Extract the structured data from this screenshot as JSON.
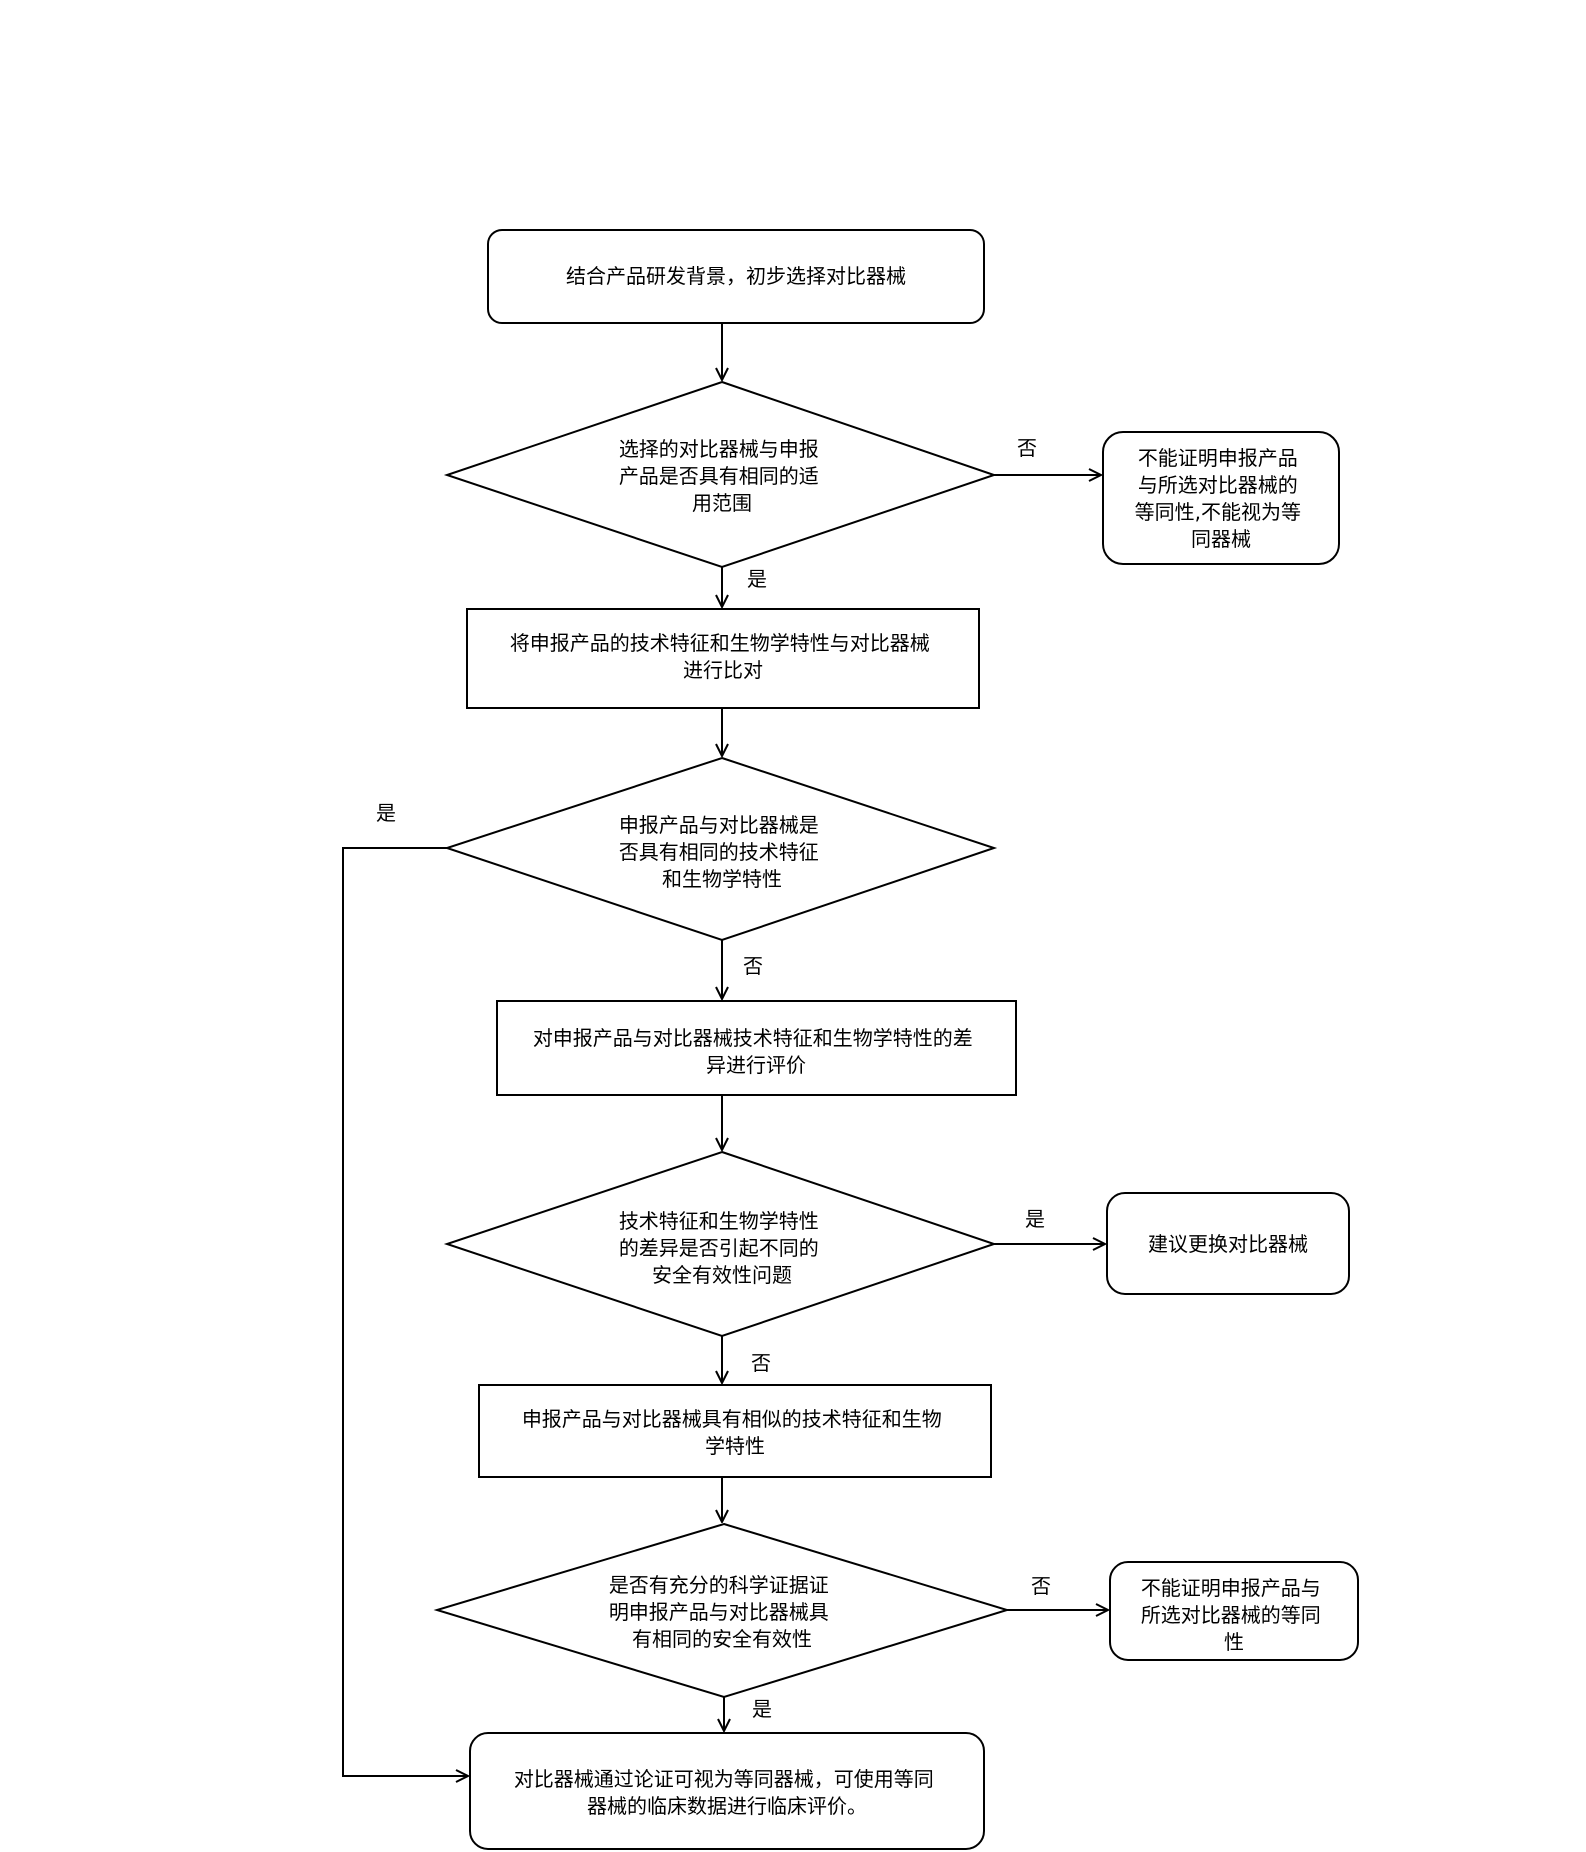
{
  "nodes": {
    "n1": {
      "lines": [
        "结合产品研发背景，初步选择对比器械"
      ]
    },
    "d1": {
      "lines": [
        "选择的对比器械与申报",
        "产品是否具有相同的适",
        "用范围"
      ]
    },
    "r1": {
      "lines": [
        "不能证明申报产品",
        "与所选对比器械的",
        "等同性,不能视为等",
        "同器械"
      ]
    },
    "n2": {
      "lines": [
        "将申报产品的技术特征和生物学特性与对比器械",
        "进行比对"
      ]
    },
    "d2": {
      "lines": [
        "申报产品与对比器械是",
        "否具有相同的技术特征",
        "和生物学特性"
      ]
    },
    "n3": {
      "lines": [
        "对申报产品与对比器械技术特征和生物学特性的差",
        "异进行评价"
      ]
    },
    "d3": {
      "lines": [
        "技术特征和生物学特性",
        "的差异是否引起不同的",
        "安全有效性问题"
      ]
    },
    "r2": {
      "lines": [
        "建议更换对比器械"
      ]
    },
    "n4": {
      "lines": [
        "申报产品与对比器械具有相似的技术特征和生物",
        "学特性"
      ]
    },
    "d4": {
      "lines": [
        "是否有充分的科学证据证",
        "明申报产品与对比器械具",
        "有相同的安全有效性"
      ]
    },
    "r3": {
      "lines": [
        "不能证明申报产品与",
        "所选对比器械的等同",
        "性"
      ]
    },
    "n5": {
      "lines": [
        "对比器械通过论证可视为等同器械，可使用等同",
        "器械的临床数据进行临床评价。"
      ]
    }
  },
  "branch_labels": {
    "d1_no": "否",
    "d1_yes": "是",
    "d2_yes": "是",
    "d2_no": "否",
    "d3_yes": "是",
    "d3_no": "否",
    "d4_no": "否",
    "d4_yes": "是"
  }
}
